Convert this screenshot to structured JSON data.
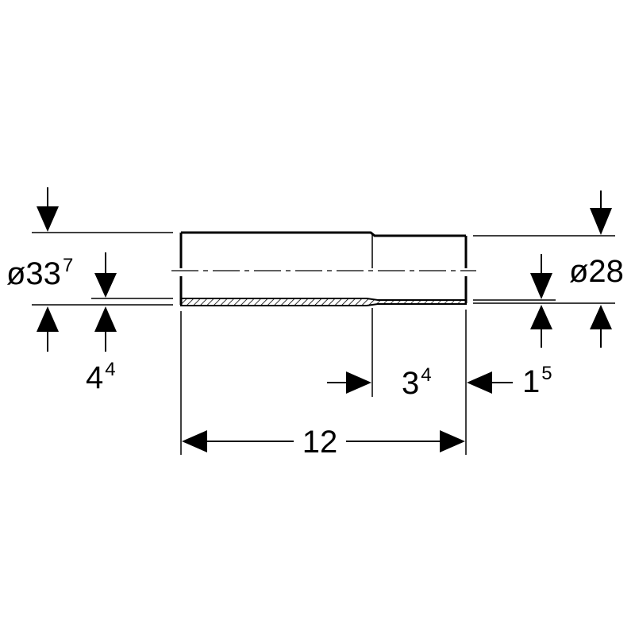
{
  "dimensions": {
    "outer_diameter": {
      "main": "ø33",
      "superscript": "7"
    },
    "inner_diameter": {
      "main": "ø28"
    },
    "wall_thickness": {
      "main": "4",
      "superscript": "4"
    },
    "step_length": {
      "main": "3",
      "superscript": "4"
    },
    "end_offset": {
      "main": "1",
      "superscript": "5"
    },
    "total_length": {
      "main": "12"
    }
  },
  "colors": {
    "line": "#000000",
    "background": "#ffffff"
  }
}
